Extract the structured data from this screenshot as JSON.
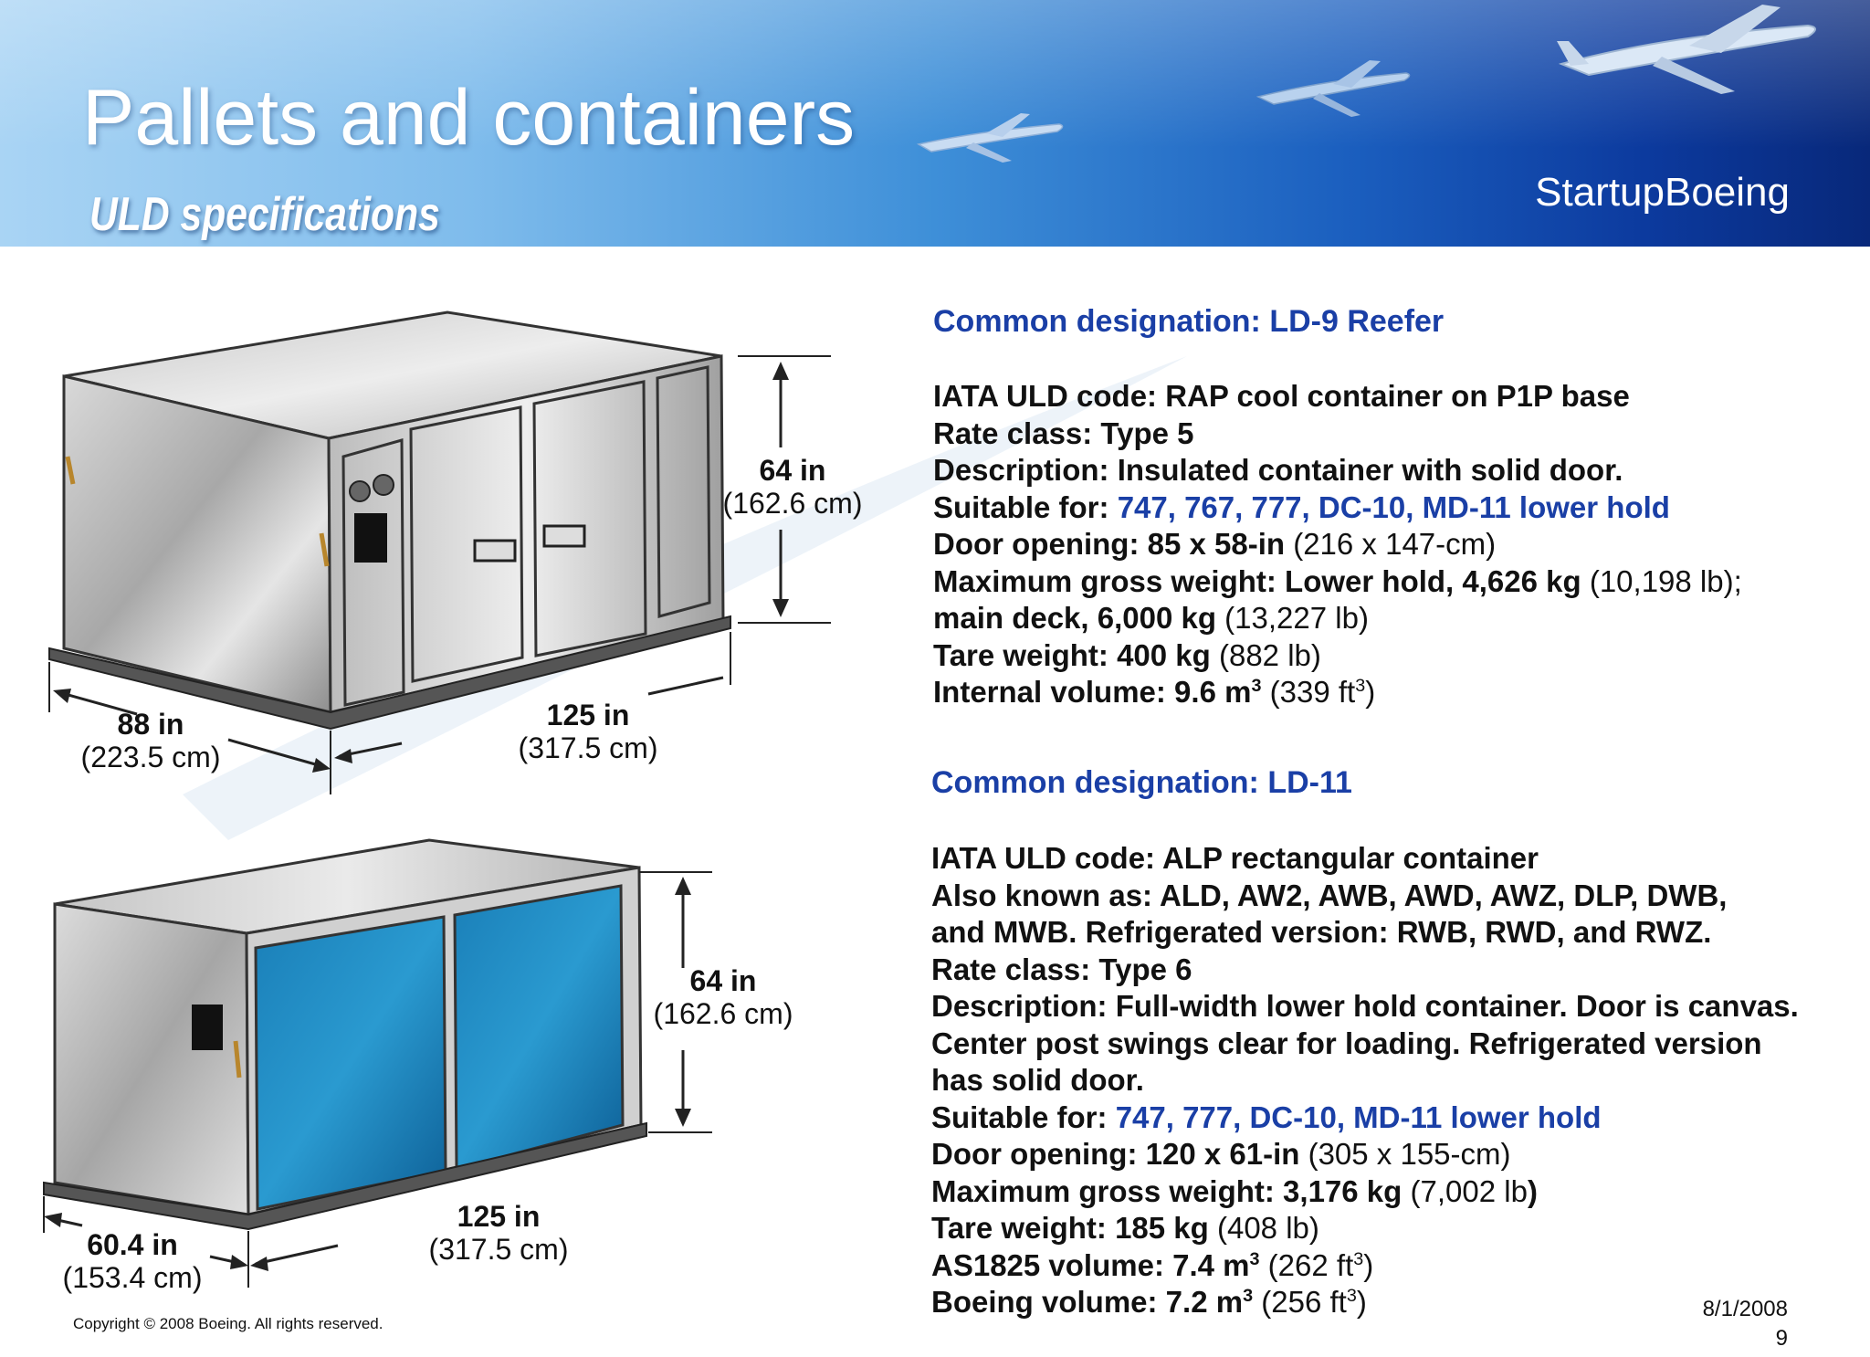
{
  "header": {
    "title": "Pallets and containers",
    "subtitle": "ULD specifications",
    "brand": "StartupBoeing"
  },
  "ld9": {
    "heading": "Common designation: LD-9 Reefer",
    "iata_label": "IATA ULD code: RAP cool container on P1P base",
    "rate_label": "Rate class: Type 5",
    "desc_label": "Description: Insulated container with solid door.",
    "suitable_label": "Suitable for: ",
    "suitable_value": "747, 767, 777, DC-10, MD-11 lower hold",
    "door_label": "Door opening: 85 x 58-in ",
    "door_metric": "(216 x 147-cm)",
    "mgw_label": "Maximum gross weight: Lower hold, 4,626 kg ",
    "mgw_lb": "(10,198 lb);",
    "main_deck_label": "main deck, 6,000 kg ",
    "main_deck_lb": "(13,227 lb)",
    "tare_label": "Tare weight: 400 kg ",
    "tare_lb": "(882 lb)",
    "volume_label": "Internal volume: 9.6 m",
    "volume_sup": "3",
    "volume_alt": " (339 ft",
    "volume_alt_sup": "3",
    "volume_alt_end": ")",
    "dims": {
      "height_in": "64 in",
      "height_cm": "(162.6 cm)",
      "depth_in": "88 in",
      "depth_cm": "(223.5 cm)",
      "width_in": "125 in",
      "width_cm": "(317.5 cm)"
    }
  },
  "ld11": {
    "heading": "Common designation: LD-11",
    "iata_label": "IATA ULD code: ALP rectangular container",
    "aka_label": "Also known as: ALD, AW2, AWB, AWD, AWZ, DLP, DWB,",
    "aka_cont": "and MWB. Refrigerated version: RWB, RWD, and RWZ.",
    "rate_label": "Rate class: Type 6",
    "desc1": "Description: Full-width lower hold container. Door is canvas.",
    "desc2": "Center post swings clear for loading. Refrigerated version",
    "desc3": "has solid door.",
    "suitable_label": "Suitable for: ",
    "suitable_value": "747, 777, DC-10, MD-11 lower hold",
    "door_label": "Door opening: 120 x 61-in ",
    "door_metric": "(305 x 155-cm)",
    "mgw_label": "Maximum gross weight: 3,176 kg ",
    "mgw_lb": "(7,002 lb",
    "mgw_end": ")",
    "tare_label": "Tare weight: 185 kg ",
    "tare_lb": "(408 lb)",
    "as_label": "AS1825 volume: 7.4 m",
    "as_sup": "3",
    "as_alt": " (262 ft",
    "as_alt_sup": "3",
    "as_alt_end": ")",
    "boeing_label": "Boeing volume: 7.2 m",
    "boeing_sup": "3",
    "boeing_alt": " (256 ft",
    "boeing_alt_sup": "3",
    "boeing_alt_end": ")",
    "dims": {
      "height_in": "64 in",
      "height_cm": "(162.6 cm)",
      "depth_in": "60.4 in",
      "depth_cm": "(153.4 cm)",
      "width_in": "125 in",
      "width_cm": "(317.5 cm)"
    }
  },
  "footer": {
    "copyright": "Copyright © 2008 Boeing. All rights reserved.",
    "date": "8/1/2008",
    "page": "9"
  }
}
